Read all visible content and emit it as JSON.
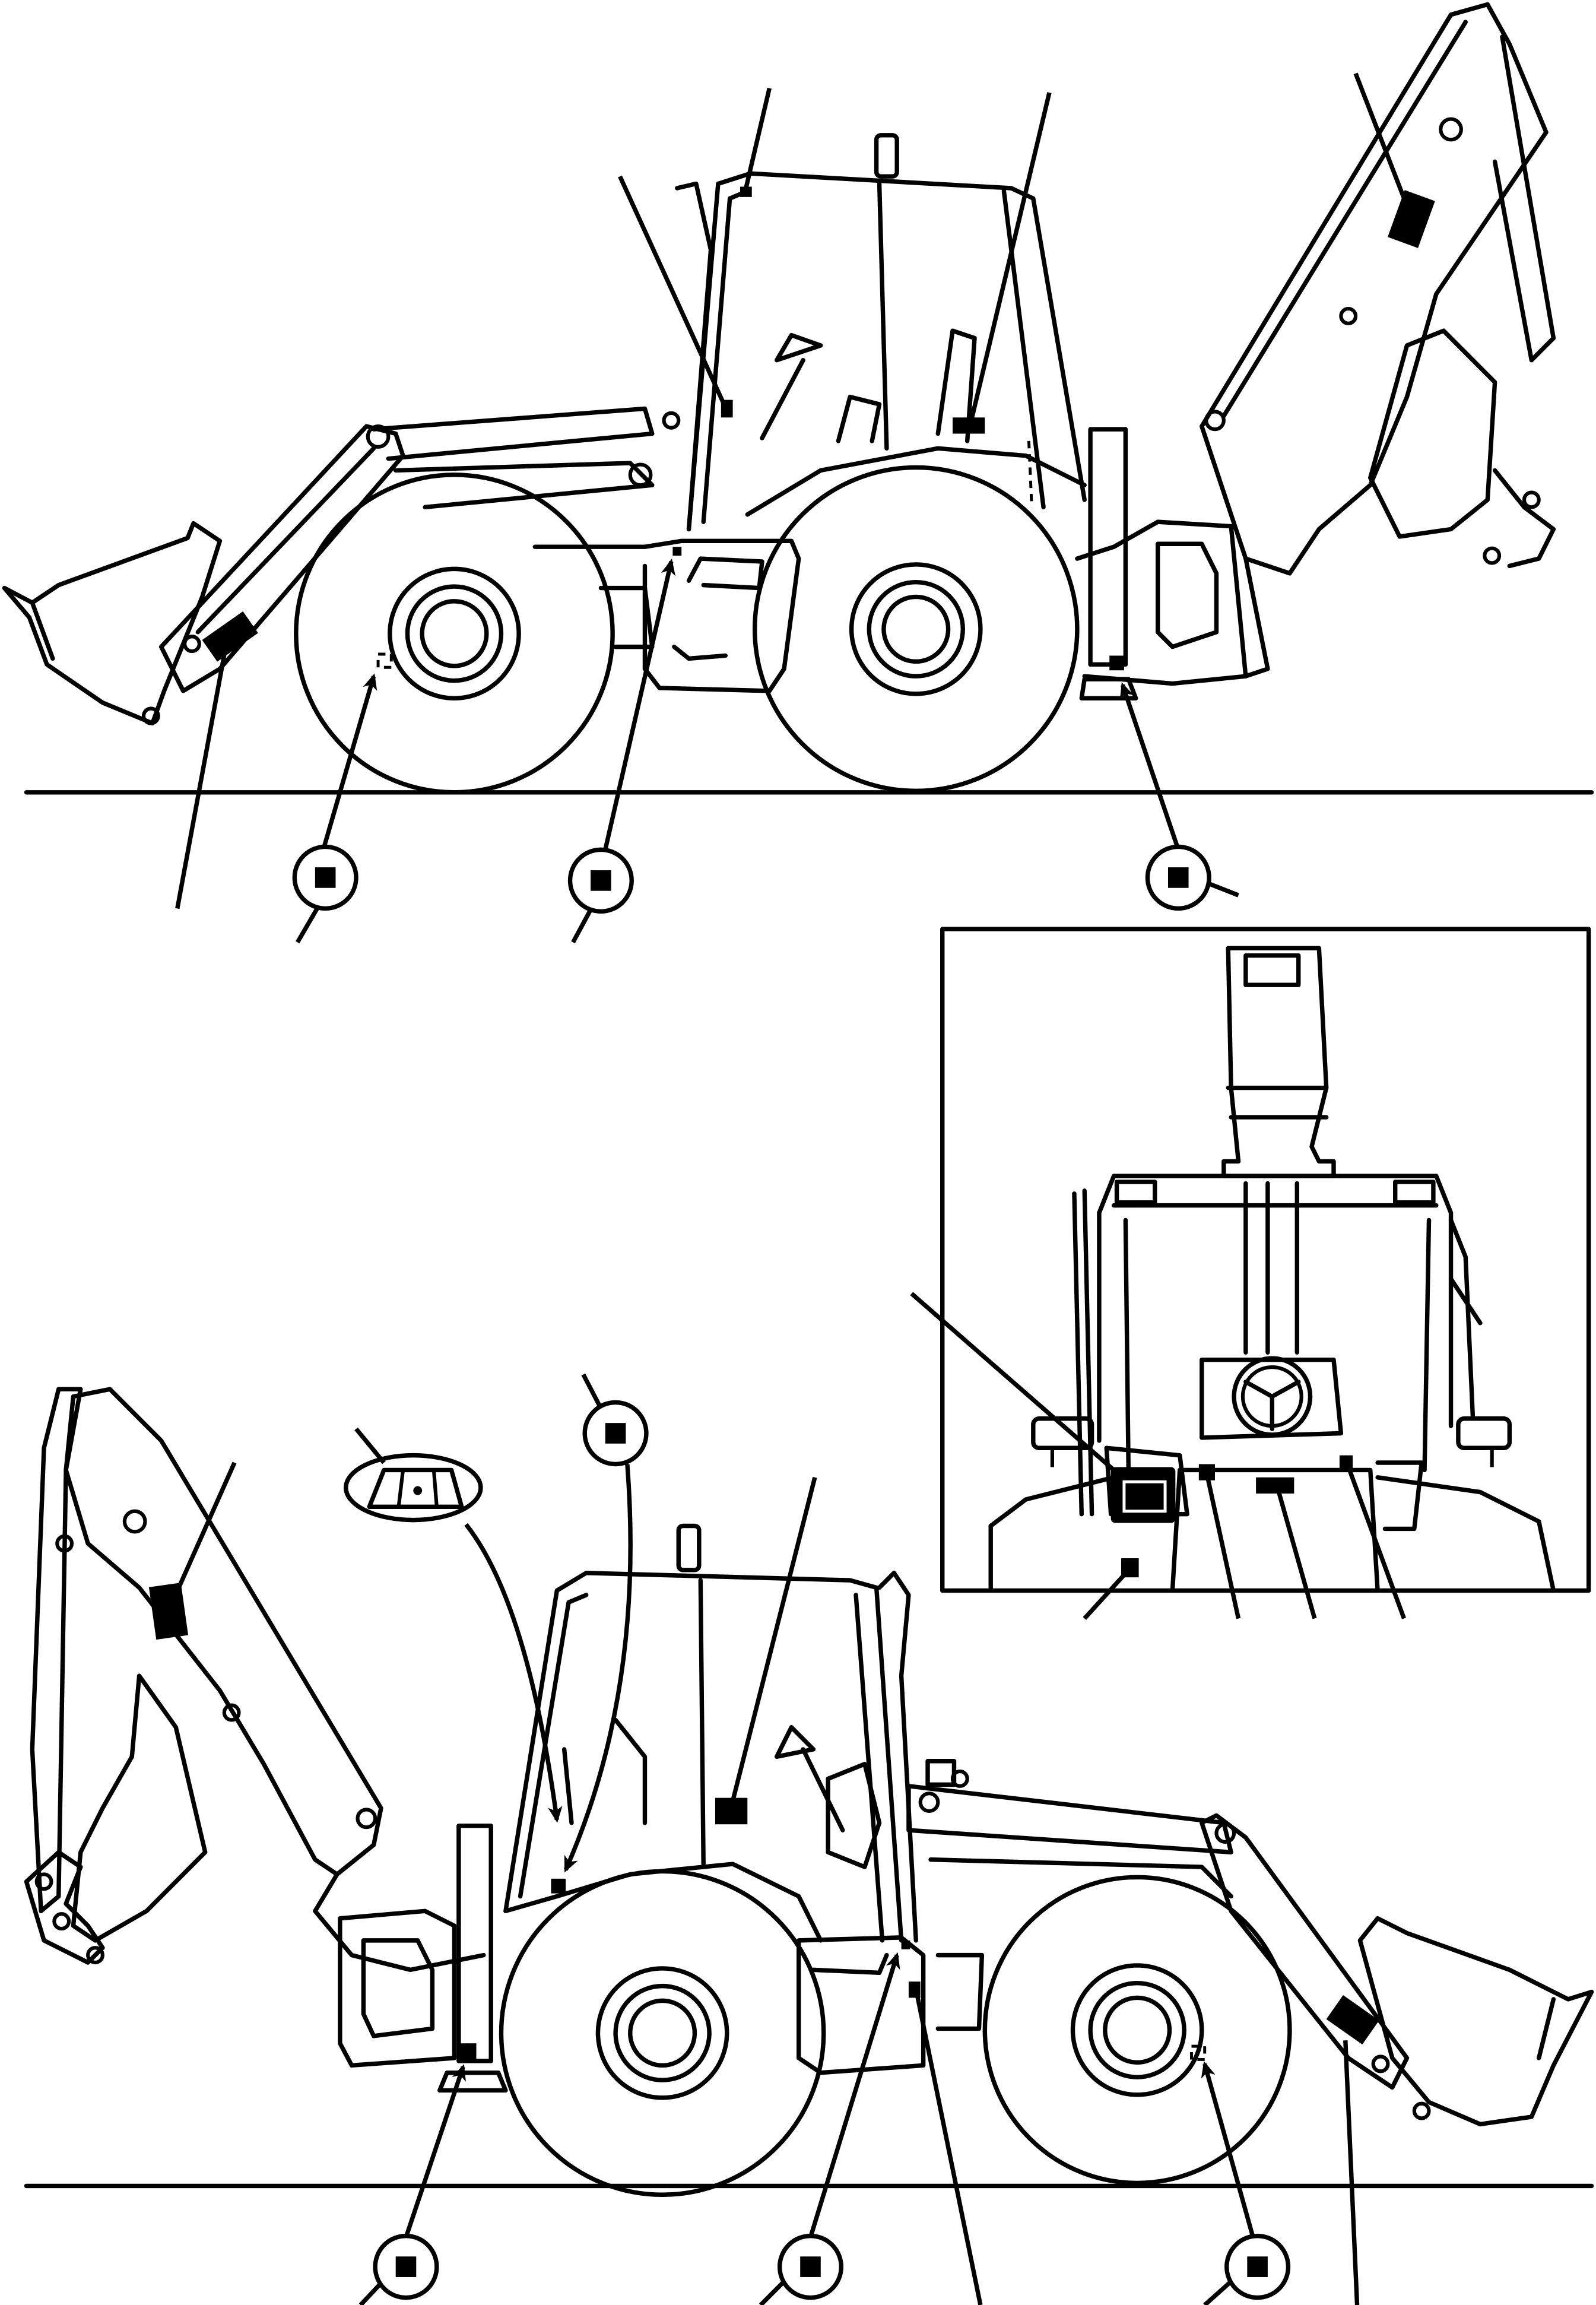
{
  "figure": {
    "views": [
      "side-view-right",
      "rear-cab-inset",
      "side-view-left"
    ],
    "decal_marker_color": "#000000",
    "line_color": "#000000",
    "background": "#ffffff"
  },
  "icons": {
    "callout_circle": "circled-square-icon",
    "arrow": "pointer-arrow-icon",
    "decal": "solid-rectangle-icon",
    "hidden_decal": "dashed-square-icon",
    "window_badge": "inspection-window-icon"
  }
}
